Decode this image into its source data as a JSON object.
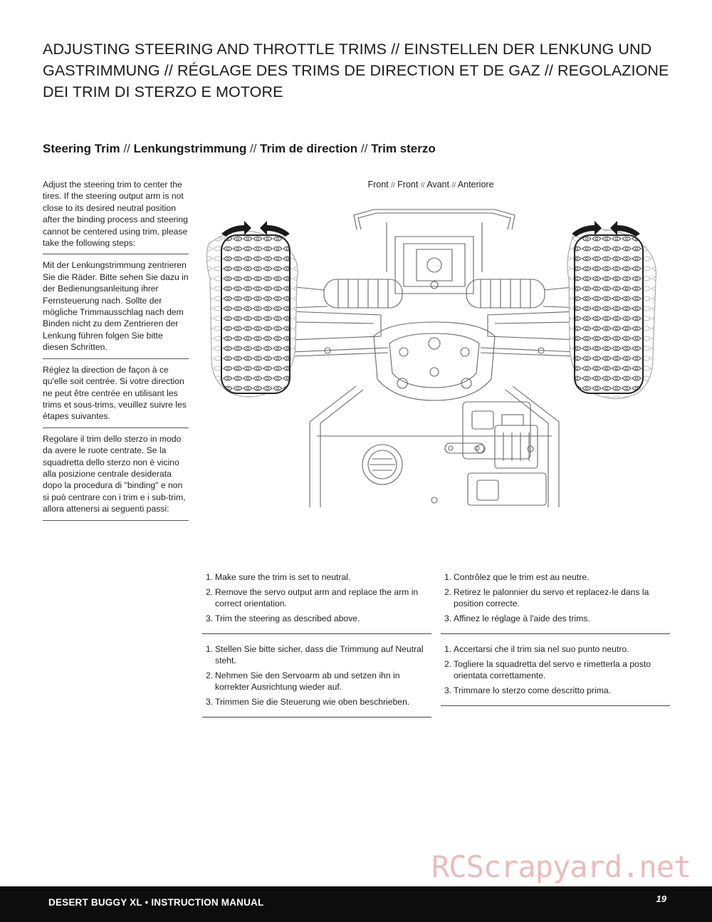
{
  "header": {
    "title": "ADJUSTING STEERING AND THROTTLE TRIMS // EINSTELLEN DER LENKUNG UND GASTRIMMUNG // RÉGLAGE DES TRIMS DE DIRECTION ET DE GAZ // REGOLAZIONE DEI TRIM DI STERZO E MOTORE"
  },
  "section": {
    "title_parts": [
      "Steering Trim",
      "Lenkungstrimmung",
      "Trim de direction",
      "Trim sterzo"
    ],
    "separator": "//"
  },
  "intro": {
    "en": "Adjust the steering trim to center the tires. If the steering output arm is not close to its desired neutral position after the binding process and steering cannot be centered using trim, please take the following steps:",
    "de": "Mit der Lenkungstrimmung zentrieren Sie die Räder. Bitte sehen Sie dazu in der Bedienungsanleitung ihrer Fernsteuerung nach. Sollte der mögliche Trimmausschlag nach dem Binden nicht zu dem Zentrieren der Lenkung führen folgen Sie bitte diesen Schritten.",
    "fr": "Réglez la direction de façon à ce qu'elle soit centrée. Si votre direction ne peut être centrée en utilisant les trims et sous-trims, veuillez suivre les étapes suivantes.",
    "it": "Regolare il trim dello sterzo in modo da avere le ruote centrate. Se la squadretta dello sterzo non è vicino alla posizione centrale desiderata dopo la procedura di \"binding\" e non si può centrare con i trim e i sub-trim, allora attenersi ai seguenti passi:"
  },
  "diagram": {
    "front_labels": [
      "Front",
      "Front",
      "Avant",
      "Anteriore"
    ],
    "separator": "//"
  },
  "steps": {
    "en": [
      "Make sure the trim is set to neutral.",
      "Remove the servo output arm and replace the arm in correct orientation.",
      "Trim the steering as described above."
    ],
    "fr": [
      "Contrôlez que le trim est au neutre.",
      "Retirez le palonnier du servo et replacez-le dans la position correcte.",
      "Affinez le réglage à l'aide des trims."
    ],
    "de": [
      "Stellen Sie bitte sicher, dass die Trimmung auf Neutral steht.",
      "Nehmen Sie den Servoarm ab und setzen ihn in korrekter Ausrichtung wieder auf.",
      "Trimmen Sie die Steuerung wie oben beschrieben."
    ],
    "it": [
      "Accertarsi che il trim sia nel suo punto neutro.",
      "Togliere la squadretta del servo e rimetterla a posto orientata correttamente.",
      "Trimmare lo sterzo come descritto prima."
    ],
    "numbers": [
      "1.",
      "2.",
      "3."
    ]
  },
  "footer": {
    "manual_title": "DESERT BUGGY XL • INSTRUCTION MANUAL",
    "page_number": "19"
  },
  "watermark": "RCScrapyard.net"
}
